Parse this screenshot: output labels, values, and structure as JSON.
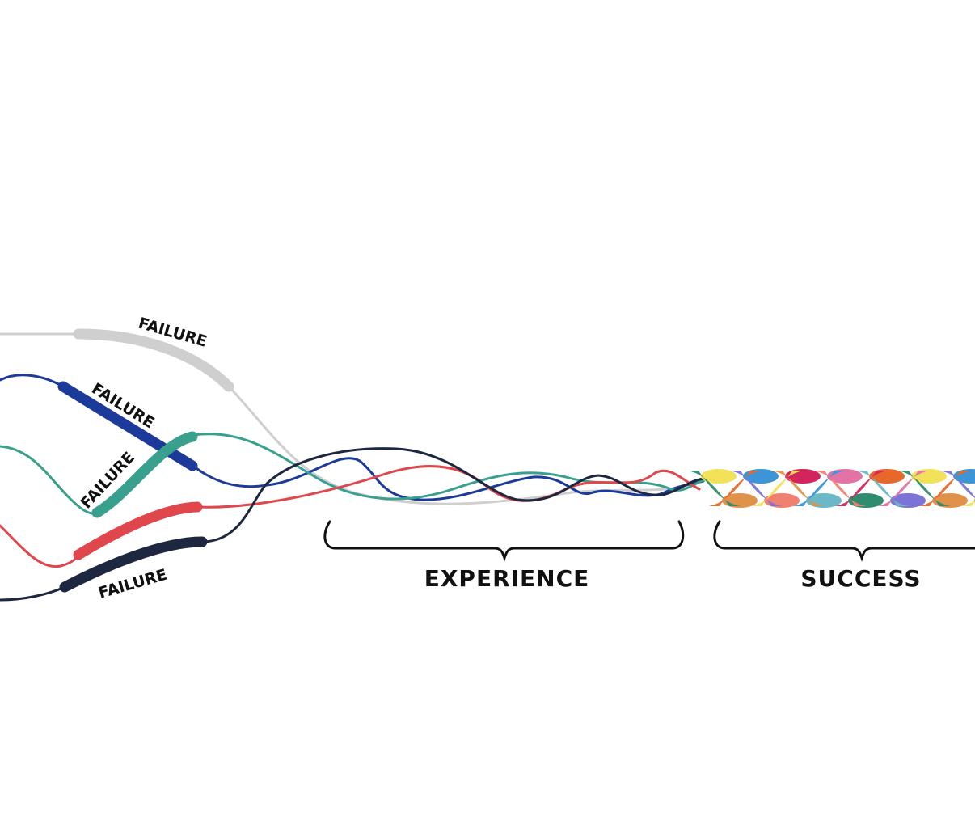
{
  "labels": {
    "failure_gray": "FAILURE",
    "failure_blue": "FAILURE",
    "failure_teal": "FAILURE",
    "failure_navy": "FAILURE",
    "experience": "EXPERIENCE",
    "success": "SUCCESS"
  },
  "colors": {
    "gray": "#cfcfcf",
    "blue": "#1c3a9a",
    "teal": "#3aa08e",
    "red": "#e0474c",
    "navy": "#1e2740",
    "braid": [
      "#2f8c6e",
      "#e8672a",
      "#7b74d6",
      "#f1e25a",
      "#e0914a",
      "#3b95d6",
      "#f08170",
      "#d3245e",
      "#6bb8c7",
      "#e273a4"
    ]
  }
}
